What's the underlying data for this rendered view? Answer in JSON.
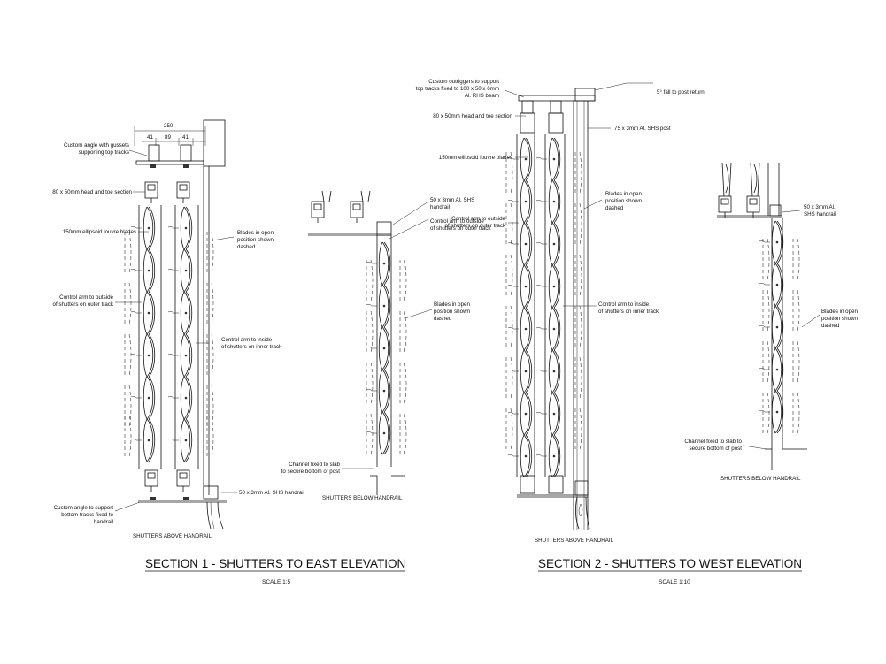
{
  "section1": {
    "title": "SECTION 1 - SHUTTERS TO EAST ELEVATION",
    "scale": "SCALE 1:5",
    "dims": {
      "overall": "250",
      "left": "41",
      "mid": "89",
      "right": "41"
    },
    "labels": {
      "custom_angle_top_1": "Custom angle with gussets",
      "custom_angle_top_2": "supporting top tracks",
      "head_toe": "80 x 50mm head and toe section",
      "louvre": "150mm ellipsoid louvre blades",
      "blades_open_1": "Blades in open",
      "blades_open_2": "position shown",
      "blades_open_3": "dashed",
      "control_outer_1": "Control arm to outside",
      "control_outer_2": "of shutters on outer track",
      "control_inner_1": "Control arm to inside",
      "control_inner_2": "of shutters on inner track",
      "handrail": "50 x 3mm Al. SHS handrail",
      "bottom_angle_1": "Custom angle to support",
      "bottom_angle_2": "bottom tracks fixed to",
      "bottom_angle_3": "handrail",
      "above_caption": "SHUTTERS ABOVE HANDRAIL"
    },
    "below": {
      "handrail_1": "50 x 3mm Al. SHS",
      "handrail_2": "handrail",
      "control_outer_1": "Control arm to outside",
      "control_outer_2": "of shutters on outer track",
      "blades_open_1": "Blades in open",
      "blades_open_2": "position shown",
      "blades_open_3": "dashed",
      "channel_1": "Channel fixed to slab",
      "channel_2": "to secure bottom of post",
      "caption": "SHUTTERS BELOW HANDRAIL"
    }
  },
  "section2": {
    "title": "SECTION 2 - SHUTTERS TO WEST ELEVATION",
    "scale": "SCALE 1:10",
    "labels": {
      "outriggers_1": "Custom outriggers to support",
      "outriggers_2": "top tracks fixed to 100 x 50 x 6mm",
      "outriggers_3": "Al. RHS beam",
      "fall": "5° fall to post return",
      "head_toe": "80 x 50mm head and toe section",
      "post": "75 x 3mm Al. SHS post",
      "louvre": "150mm ellipsoid louvre blades",
      "blades_open_1": "Blades in open",
      "blades_open_2": "position shown",
      "blades_open_3": "dashed",
      "control_outer_1": "Control arm to outside",
      "control_outer_2": "of shutters on outer track",
      "control_inner_1": "Control arm to inside",
      "control_inner_2": "of shutters on inner track",
      "above_caption": "SHUTTERS ABOVE HANDRAIL"
    },
    "below": {
      "handrail_1": "50 x 3mm Al.",
      "handrail_2": "SHS handrail",
      "blades_open_1": "Blades in open",
      "blades_open_2": "position shown",
      "blades_open_3": "dashed",
      "channel_1": "Channel fixed to slab to",
      "channel_2": "secure bottom of post",
      "caption": "SHUTTERS BELOW HANDRAIL"
    }
  }
}
